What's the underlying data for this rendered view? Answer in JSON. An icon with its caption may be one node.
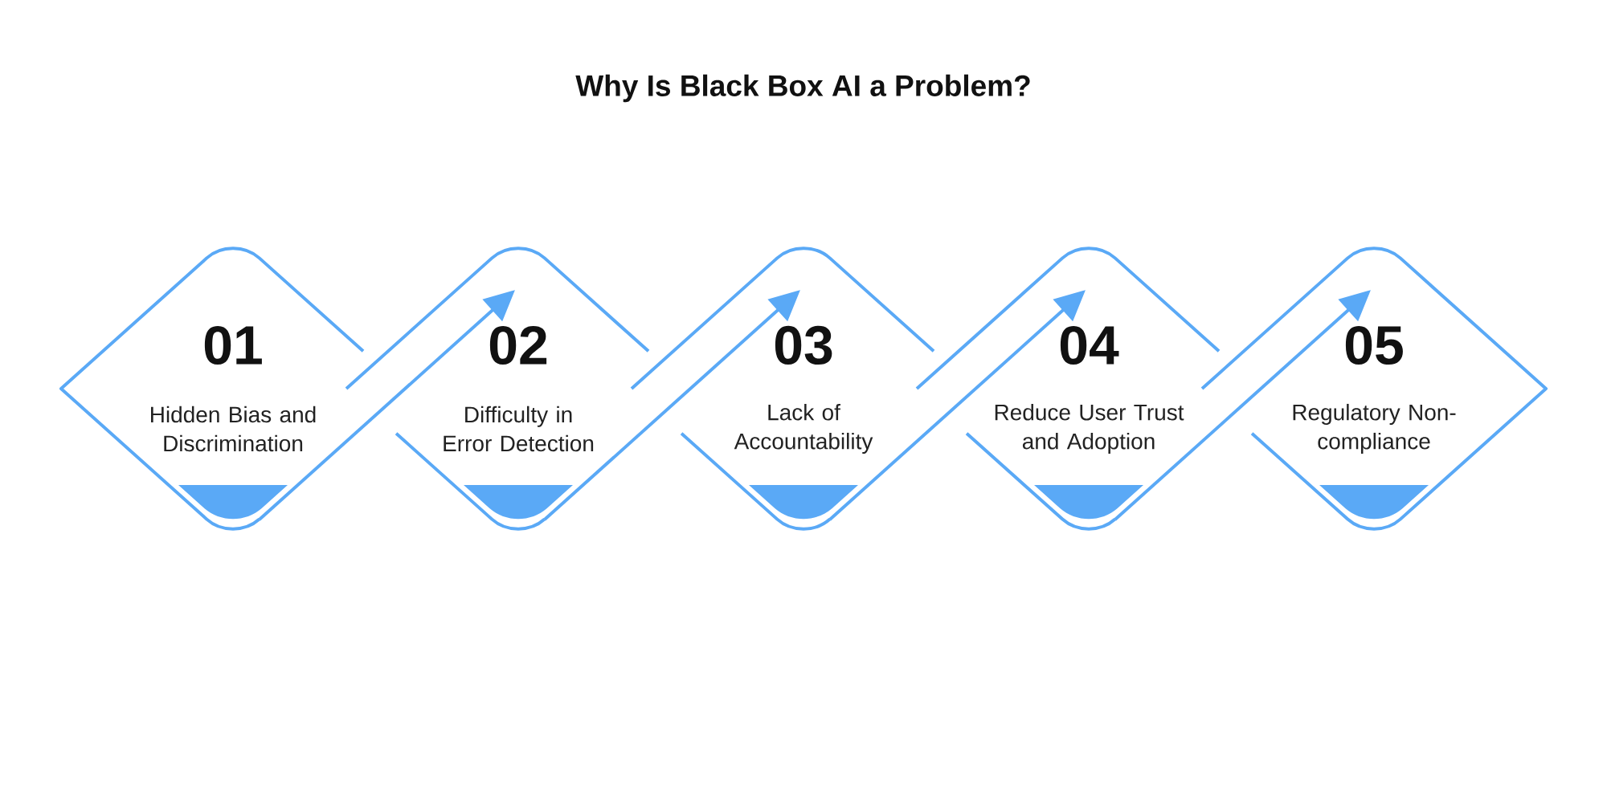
{
  "diagram": {
    "title": "Why Is Black Box AI a Problem?",
    "nodes": [
      {
        "text": [
          "01",
          "Hidden Bias and Discrimination"
        ]
      },
      {
        "text": [
          "02",
          "Difficulty in Error Detection"
        ]
      },
      {
        "text": [
          "03",
          "Lack of Accountability"
        ]
      },
      {
        "text": [
          "04",
          "Reduce User Trust and Adoption"
        ]
      },
      {
        "text": [
          "05",
          "Regulatory Non-compliance"
        ]
      }
    ],
    "edges": [
      {
        "from": 0,
        "to": 1,
        "arrow": "to"
      },
      {
        "from": 1,
        "to": 2,
        "arrow": "to"
      },
      {
        "from": 2,
        "to": 3,
        "arrow": "to"
      },
      {
        "from": 3,
        "to": 4,
        "arrow": "to"
      }
    ]
  }
}
